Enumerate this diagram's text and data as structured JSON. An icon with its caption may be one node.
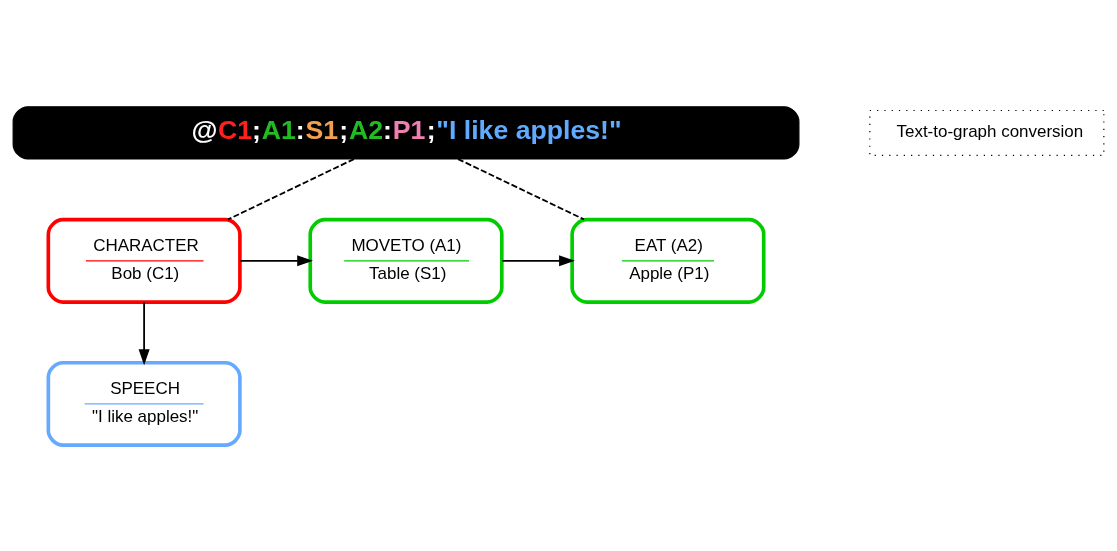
{
  "diagram": {
    "nodes": [
      {
        "text": [
          "@C1;A1:S1;A2:P1;\"I like apples!\""
        ]
      },
      {
        "text": [
          "Text-to-graph conversion"
        ]
      },
      {
        "text": [
          "CHARACTER",
          "Bob (C1)"
        ]
      },
      {
        "text": [
          "MOVETO (A1)",
          "Table (S1)"
        ]
      },
      {
        "text": [
          "EAT (A2)",
          "Apple (P1)"
        ]
      },
      {
        "text": [
          "SPEECH",
          "\"I like apples!\""
        ]
      }
    ],
    "edges": [
      {
        "from": 0,
        "to": 2,
        "arrow": "none",
        "style": "dashed"
      },
      {
        "from": 0,
        "to": 4,
        "arrow": "none",
        "style": "dashed"
      },
      {
        "from": 2,
        "to": 3,
        "arrow": "to"
      },
      {
        "from": 3,
        "to": 4,
        "arrow": "to"
      },
      {
        "from": 2,
        "to": 5,
        "arrow": "to"
      }
    ]
  }
}
